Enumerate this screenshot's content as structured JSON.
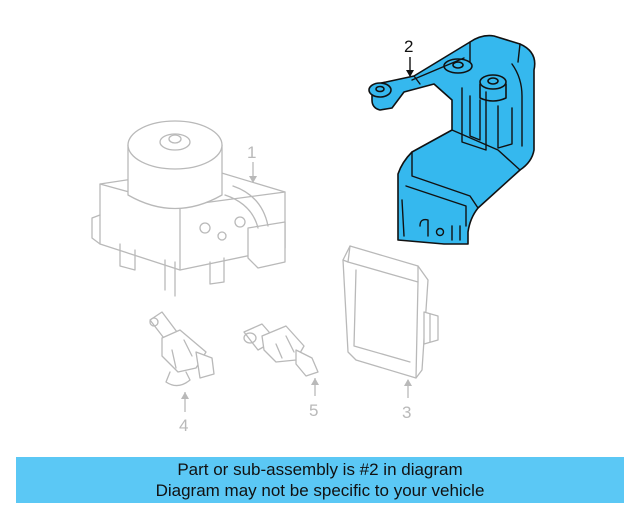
{
  "diagram": {
    "callouts": [
      {
        "number": "1",
        "highlighted": false
      },
      {
        "number": "2",
        "highlighted": true
      },
      {
        "number": "3",
        "highlighted": false
      },
      {
        "number": "4",
        "highlighted": false
      },
      {
        "number": "5",
        "highlighted": false
      }
    ],
    "colors": {
      "highlight": "#35b8ee",
      "ghost_stroke": "#b9b9b9",
      "banner": "#5bc8f5"
    }
  },
  "banner": {
    "line1": "Part or sub-assembly is #2 in diagram",
    "line2": "Diagram may not be specific to your vehicle"
  }
}
